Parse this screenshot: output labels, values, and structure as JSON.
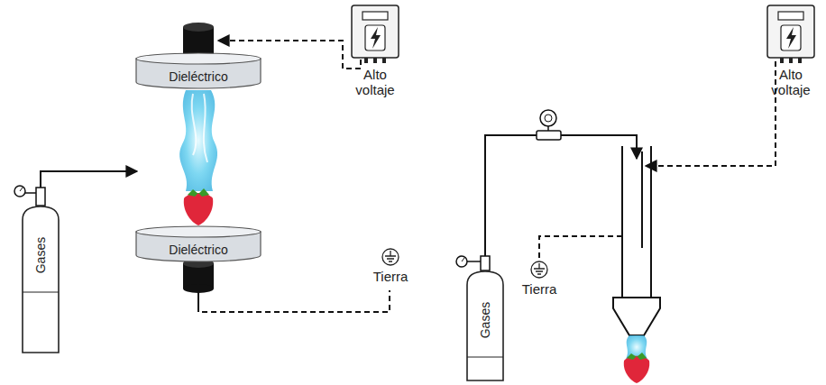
{
  "diagram": {
    "nodes": [
      {
        "text": [
          "Dieléctrico"
        ]
      },
      {
        "text": [
          "Alto voltaje"
        ]
      },
      {
        "text": [
          "Gases"
        ]
      },
      {
        "text": [
          "Dieléctrico"
        ]
      },
      {
        "text": [
          "Tierra"
        ]
      },
      {
        "text": [
          "Alto voltaje"
        ]
      },
      {
        "text": [
          "Gases"
        ]
      },
      {
        "text": [
          "Tierra"
        ]
      }
    ]
  }
}
